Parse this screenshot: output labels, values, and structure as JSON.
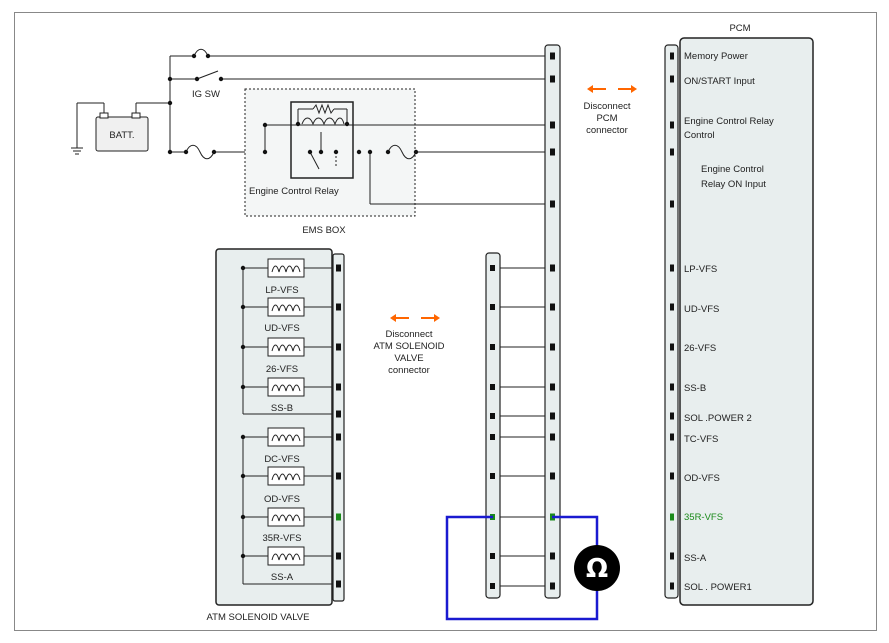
{
  "pcm": {
    "title": "PCM",
    "pins": [
      {
        "id": "memory-power",
        "lines": [
          "Memory Power"
        ]
      },
      {
        "id": "on-start-input",
        "lines": [
          "ON/START Input"
        ]
      },
      {
        "id": "engine-control-relay-control",
        "lines": [
          "Engine Control Relay",
          "Control"
        ]
      },
      {
        "id": "engine-control-relay-on-input",
        "lines": [
          "Engine Control",
          "Relay ON Input"
        ]
      },
      {
        "id": "lp-vfs",
        "lines": [
          "LP-VFS"
        ]
      },
      {
        "id": "ud-vfs",
        "lines": [
          "UD-VFS"
        ]
      },
      {
        "id": "26-vfs",
        "lines": [
          "26-VFS"
        ]
      },
      {
        "id": "ss-b",
        "lines": [
          "SS-B"
        ]
      },
      {
        "id": "sol-power-2",
        "lines": [
          "SOL .POWER 2"
        ]
      },
      {
        "id": "tc-vfs",
        "lines": [
          "TC-VFS"
        ]
      },
      {
        "id": "od-vfs",
        "lines": [
          "OD-VFS"
        ]
      },
      {
        "id": "35r-vfs",
        "lines": [
          "35R-VFS"
        ],
        "highlight": true
      },
      {
        "id": "ss-a",
        "lines": [
          "SS-A"
        ]
      },
      {
        "id": "sol-power1",
        "lines": [
          "SOL . POWER1"
        ]
      }
    ]
  },
  "pcm_connector": {
    "lines": [
      "Disconnect",
      "PCM",
      "connector"
    ]
  },
  "atm_connector": {
    "lines": [
      "Disconnect",
      "ATM SOLENOID",
      "VALVE",
      "connector"
    ]
  },
  "battery": {
    "label": "BATT."
  },
  "ig_switch": {
    "label": "IG SW"
  },
  "ems_box": {
    "label": "EMS BOX",
    "relay_label": "Engine Control Relay"
  },
  "atm_valve": {
    "label": "ATM SOLENOID VALVE",
    "solenoids": [
      "LP-VFS",
      "UD-VFS",
      "26-VFS",
      "SS-B",
      "DC-VFS",
      "OD-VFS",
      "35R-VFS",
      "SS-A"
    ]
  },
  "meter": {
    "symbol": "Ω"
  },
  "colors": {
    "probe": "#1a1ad0",
    "arrow": "#ff6600",
    "highlight": "#1a8a1a",
    "line": "#222222",
    "connector_fill": "#e8eeee"
  }
}
